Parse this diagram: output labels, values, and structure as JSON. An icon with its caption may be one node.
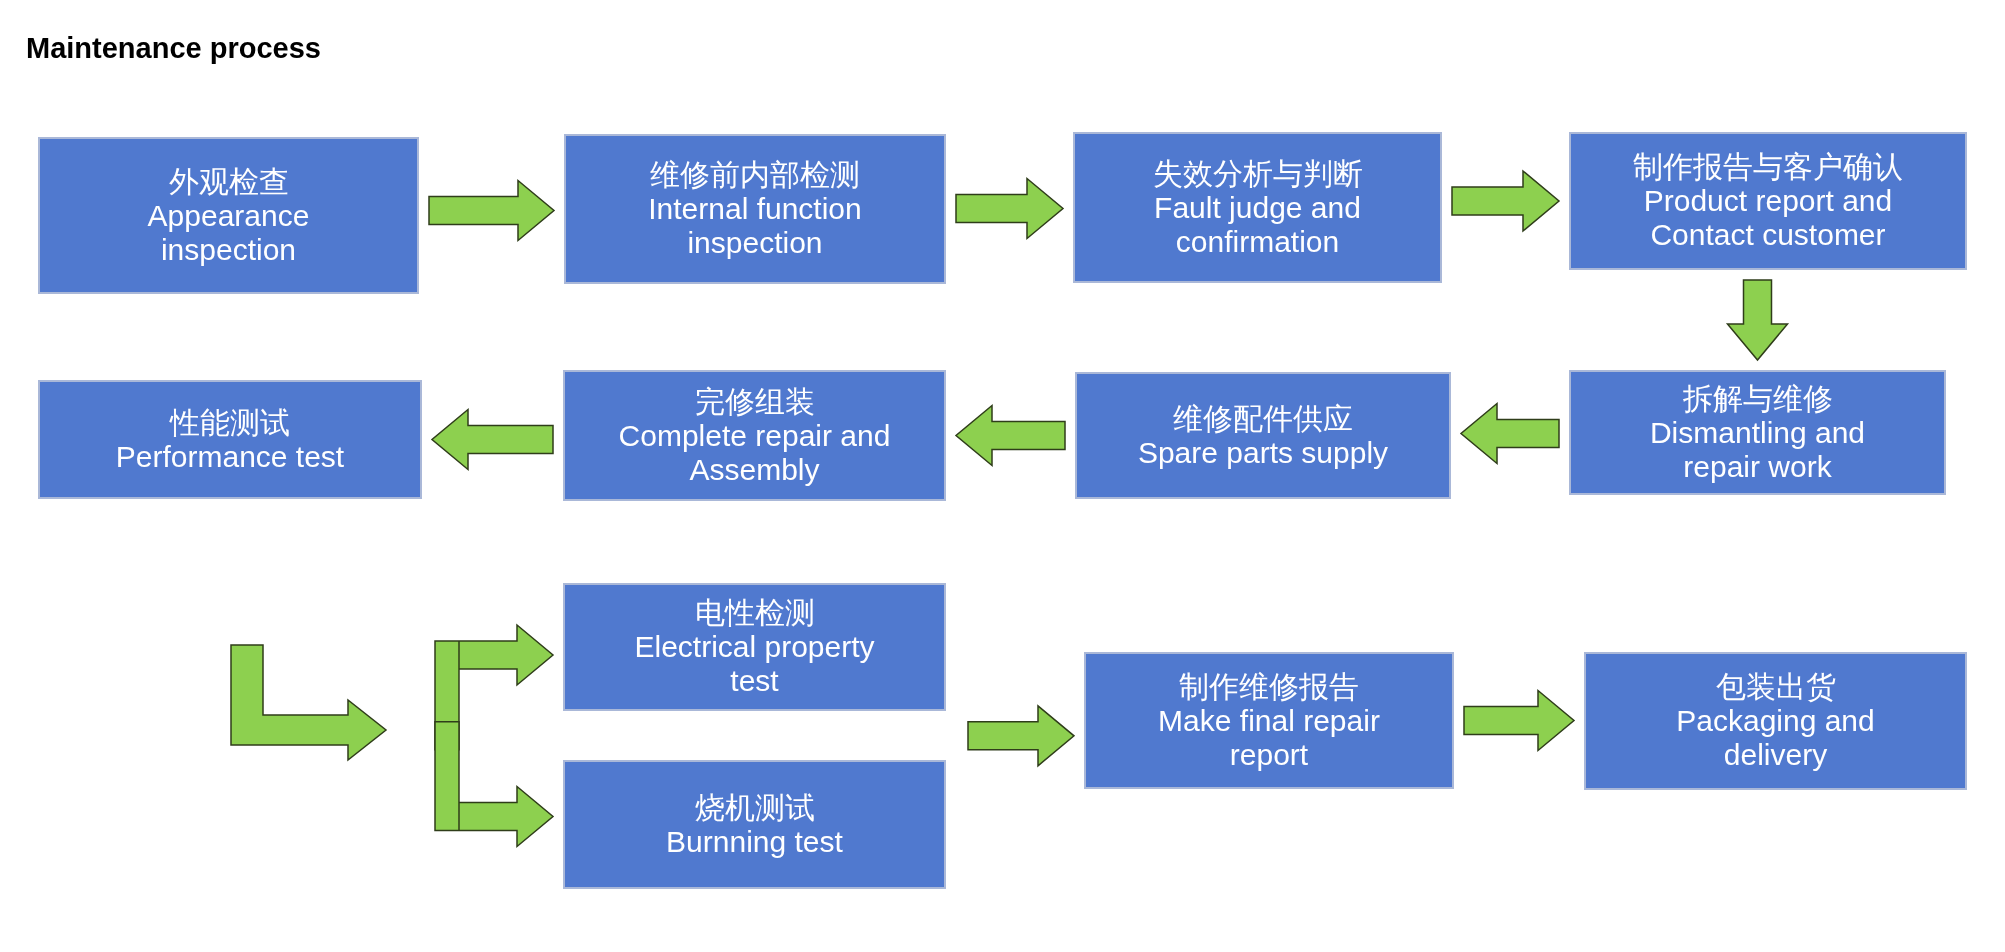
{
  "diagram": {
    "title": "Maintenance process",
    "nodes": [
      {
        "text": [
          "外观检查",
          "Appearance inspection"
        ]
      },
      {
        "text": [
          "维修前内部检测",
          "Internal function inspection"
        ]
      },
      {
        "text": [
          "失效分析与判断",
          "Fault judge and confirmation"
        ]
      },
      {
        "text": [
          "制作报告与客户确认",
          "Product report and Contact customer"
        ]
      },
      {
        "text": [
          "拆解与维修",
          "Dismantling and repair work"
        ]
      },
      {
        "text": [
          "维修配件供应",
          "Spare parts supply"
        ]
      },
      {
        "text": [
          "完修组装",
          "Complete repair and Assembly"
        ]
      },
      {
        "text": [
          "性能测试",
          "Performance test"
        ]
      },
      {
        "text": [
          "电性检测",
          "Electrical property test"
        ]
      },
      {
        "text": [
          "烧机测试",
          "Burnning test"
        ]
      },
      {
        "text": [
          "制作维修报告",
          "Make final repair report"
        ]
      },
      {
        "text": [
          "包装出货",
          "Packaging and delivery"
        ]
      }
    ],
    "edges": [
      {
        "from": 0,
        "to": 1,
        "arrow": "to"
      },
      {
        "from": 1,
        "to": 2,
        "arrow": "to"
      },
      {
        "from": 2,
        "to": 3,
        "arrow": "to"
      },
      {
        "from": 3,
        "to": 4,
        "arrow": "to"
      },
      {
        "from": 4,
        "to": 5,
        "arrow": "to"
      },
      {
        "from": 5,
        "to": 6,
        "arrow": "to"
      },
      {
        "from": 6,
        "to": 7,
        "arrow": "to"
      },
      {
        "from": null,
        "to": 8,
        "arrow": "to"
      },
      {
        "from": null,
        "to": 9,
        "arrow": "to"
      },
      {
        "from": 8,
        "to": 10,
        "arrow": "to"
      },
      {
        "from": 9,
        "to": 10,
        "arrow": "to"
      },
      {
        "from": 10,
        "to": 11,
        "arrow": "to"
      }
    ]
  }
}
